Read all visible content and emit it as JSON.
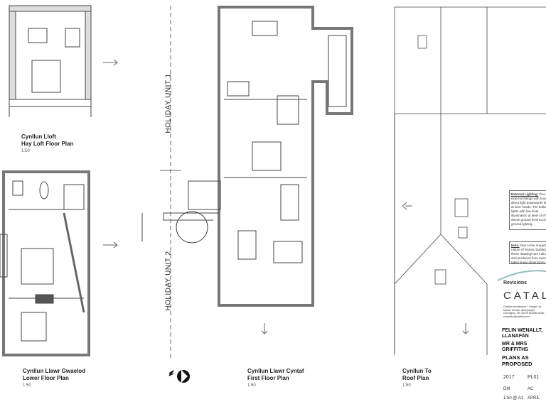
{
  "plans": [
    {
      "welsh": "Cynllun Lloft",
      "english": "Hay Loft Floor Plan",
      "scale": "1:50"
    },
    {
      "welsh": "Cynllun Llawr Gwaelod",
      "english": "Lower Floor Plan",
      "scale": "1:50"
    },
    {
      "welsh": "Cynllun Llawr Cyntaf",
      "english": "First Floor Plan",
      "scale": "1:50"
    },
    {
      "welsh": "Cynllun To",
      "english": "Roof Plan",
      "scale": "1:50"
    }
  ],
  "units": {
    "unit1": "HOLIDAY UNIT 1",
    "unit2": "HOLIDAY UNIT 2"
  },
  "notes": {
    "lighting_heading": "External Lighting:",
    "lighting_text": "Fixo external fittings with hoods to direct light downwards fixed at door heads. The bollard lights with low level illumination at level of 970mm above ground level to provide ground lighting.",
    "note_heading": "Note:",
    "note_text": "Due to the irregular nature of historic buildings these drawings are indicative and produced from average taken linear dimensions."
  },
  "title_block": {
    "revisions": "Revisions",
    "company": "CATALI",
    "company_details": "Catalina Architecture + Design Ltd, Marine Terrace, Aberystwyth, Ceredigion. Tel: 01970 623480 email: enquiries@catalina.com",
    "project": "FELIN WENALLT, LLANAFAN",
    "client": "MR & MRS GRIFFITHS",
    "drawing": "PLANS AS PROPOSED",
    "date": "2017",
    "drawing_no": "PL01",
    "drawn": "DM",
    "checked": "AC",
    "scale": "1:50 @ A1",
    "issued": "APRIL"
  }
}
